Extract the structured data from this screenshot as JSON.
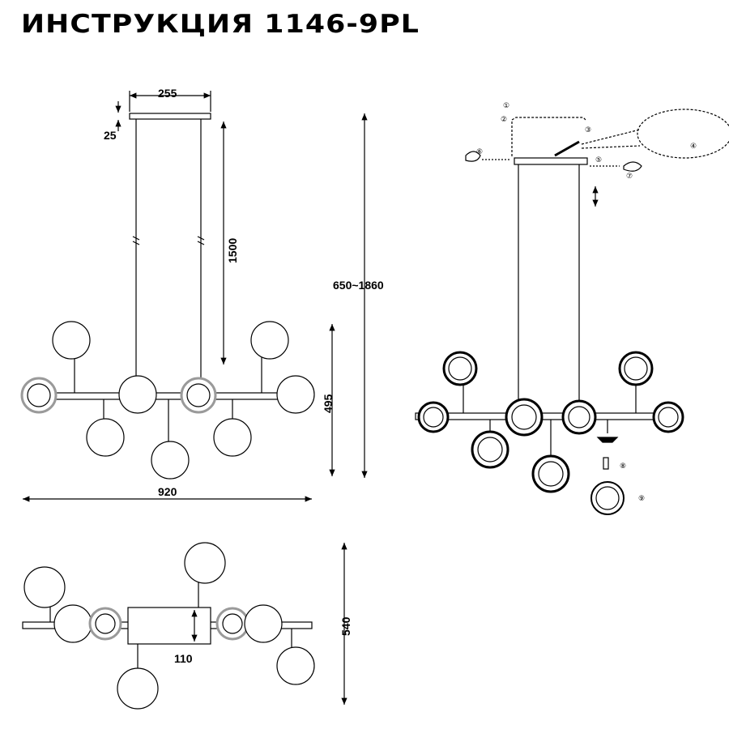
{
  "title": "ИНСТРУКЦИЯ 1146-9PL",
  "front_view": {
    "dims": {
      "canopy_width": "255",
      "canopy_height": "25",
      "cable_length": "1500",
      "total_height": "650~1860",
      "body_height": "495",
      "width": "920"
    }
  },
  "bottom_view": {
    "dims": {
      "depth": "540",
      "canopy_width": "110"
    }
  },
  "assembly_view": {
    "steps": [
      "①",
      "②",
      "③",
      "④",
      "⑤",
      "⑥",
      "⑦",
      "⑧",
      "⑨"
    ]
  },
  "colors": {
    "line": "#000000",
    "ring": "#9a9a9a"
  }
}
